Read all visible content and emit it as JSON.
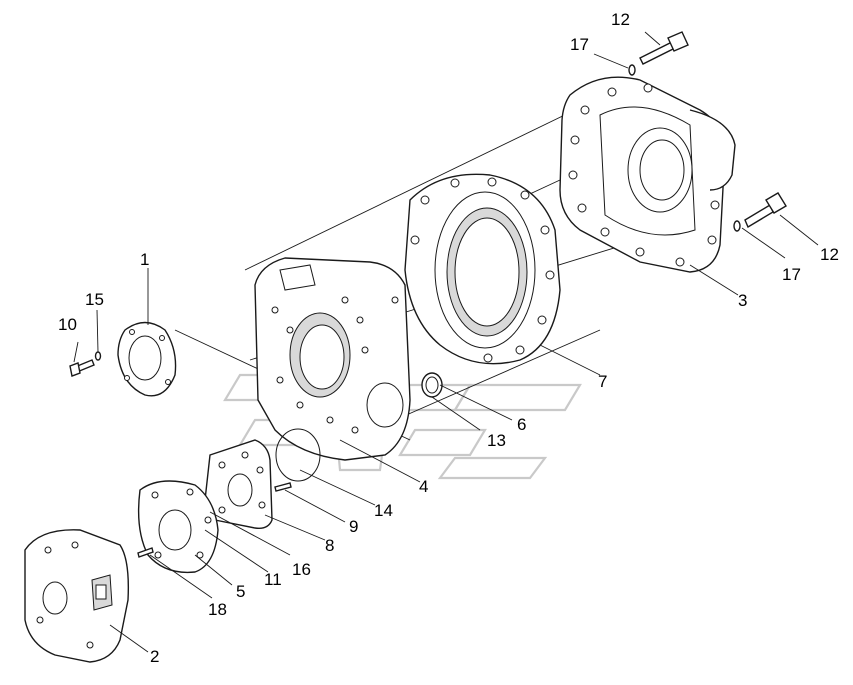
{
  "diagram": {
    "callouts": [
      {
        "id": "c1",
        "text": "1"
      },
      {
        "id": "c2",
        "text": "2"
      },
      {
        "id": "c3",
        "text": "3"
      },
      {
        "id": "c4",
        "text": "4"
      },
      {
        "id": "c5",
        "text": "5"
      },
      {
        "id": "c6",
        "text": "6"
      },
      {
        "id": "c7",
        "text": "7"
      },
      {
        "id": "c8",
        "text": "8"
      },
      {
        "id": "c9",
        "text": "9"
      },
      {
        "id": "c10",
        "text": "10"
      },
      {
        "id": "c11",
        "text": "11"
      },
      {
        "id": "c12a",
        "text": "12"
      },
      {
        "id": "c12b",
        "text": "12"
      },
      {
        "id": "c13",
        "text": "13"
      },
      {
        "id": "c14",
        "text": "14"
      },
      {
        "id": "c15",
        "text": "15"
      },
      {
        "id": "c16",
        "text": "16"
      },
      {
        "id": "c17a",
        "text": "17"
      },
      {
        "id": "c17b",
        "text": "17"
      },
      {
        "id": "c18",
        "text": "18"
      }
    ]
  }
}
